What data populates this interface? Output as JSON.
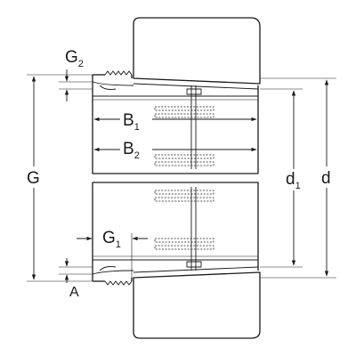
{
  "labels": {
    "G2": {
      "main": "G",
      "sub": "2"
    },
    "B1": {
      "main": "B",
      "sub": "1"
    },
    "B2": {
      "main": "B",
      "sub": "2"
    },
    "G": {
      "main": "G"
    },
    "d1": {
      "main": "d",
      "sub": "1"
    },
    "d": {
      "main": "d"
    },
    "G1": {
      "main": "G",
      "sub": "1"
    },
    "A": {
      "main": "A"
    }
  }
}
